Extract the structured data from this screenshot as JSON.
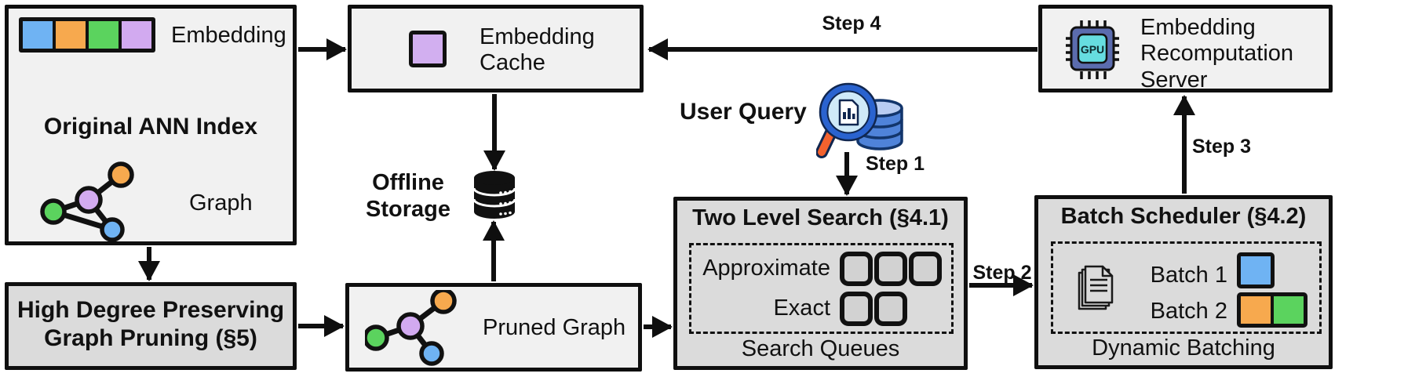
{
  "figure": {
    "ann_index": {
      "title": "Original ANN Index",
      "embedding_label": "Embedding",
      "graph_label": "Graph"
    },
    "embedding_cache": {
      "line1": "Embedding",
      "line2": "Cache"
    },
    "recomputation_server": {
      "line1": "Embedding",
      "line2": "Recomputation",
      "line3": "Server",
      "chip_text": "GPU"
    },
    "offline_storage": {
      "line1": "Offline",
      "line2": "Storage"
    },
    "user_query_label": "User Query",
    "two_level_search": {
      "title": "Two Level Search (§4.1)",
      "rows": [
        {
          "label": "Approximate",
          "queue_count": 3
        },
        {
          "label": "Exact",
          "queue_count": 2
        }
      ],
      "footer": "Search Queues"
    },
    "batch_scheduler": {
      "title": "Batch Scheduler (§4.2)",
      "rows": [
        {
          "label": "Batch 1",
          "colors": [
            "blue"
          ]
        },
        {
          "label": "Batch 2",
          "colors": [
            "orange",
            "green"
          ]
        }
      ],
      "footer": "Dynamic Batching"
    },
    "graph_pruning": {
      "line1": "High Degree Preserving",
      "line2": "Graph Pruning (§5)"
    },
    "pruned_graph_label": "Pruned Graph",
    "steps": {
      "step1": "Step 1",
      "step2": "Step 2",
      "step3": "Step 3",
      "step4": "Step 4"
    },
    "colors": {
      "node_blue": "#6fb3f3",
      "node_orange": "#f7a94e",
      "node_green": "#5bd35e",
      "node_purple": "#d2aaf0",
      "cache_square": "#d2aff0",
      "box_light": "#f1f1f1",
      "box_gray": "#dbdbdb",
      "line": "#111111",
      "gpu_chip_body": "#5b6cae",
      "gpu_chip_core": "#66dde0",
      "query_db": "#4f83d9",
      "query_handle": "#f2622e"
    },
    "icons": [
      "graph-icon",
      "gpu-chip-icon",
      "database-icon",
      "magnifier-query-icon",
      "documents-icon"
    ]
  }
}
